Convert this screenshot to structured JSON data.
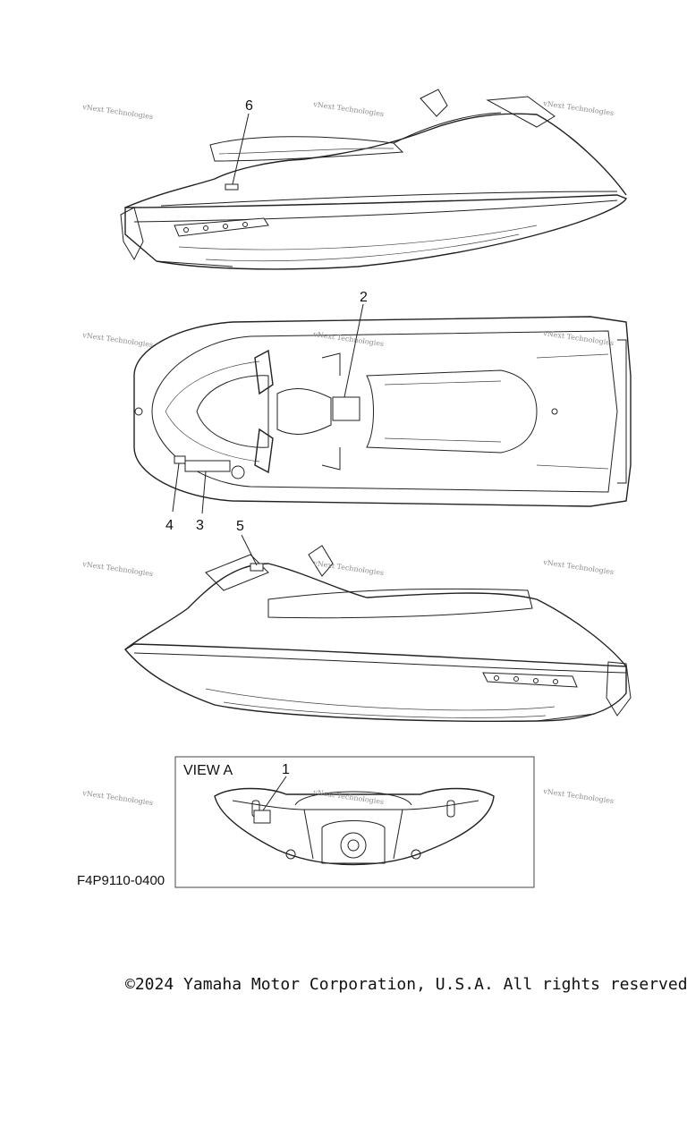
{
  "watermark": {
    "text": "vNext Technologies"
  },
  "callouts": [
    "1",
    "2",
    "3",
    "4",
    "5",
    "6"
  ],
  "view_label": "VIEW A",
  "part_code": "F4P9110-0400",
  "copyright": "©2024 Yamaha Motor Corporation, U.S.A. All rights reserved."
}
